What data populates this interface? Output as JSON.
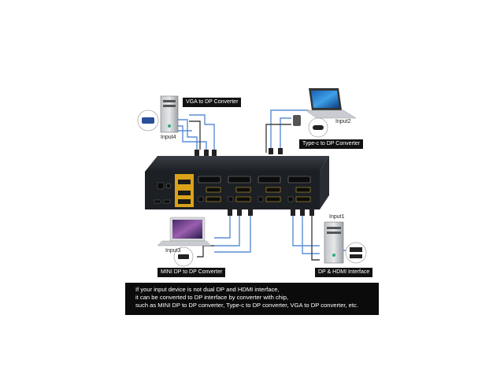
{
  "labels": {
    "vga": "VGA to DP Converter",
    "typec": "Type-c to DP Converter",
    "minidp": "MINI DP to DP Converter",
    "dphdmi": "DP & HDMI Interface"
  },
  "inputs": {
    "input1": "Input1",
    "input2": "Input2",
    "input3": "Input3",
    "input4": "Input4"
  },
  "note": {
    "line1": "If your input device is not dual DP and HDMI  interface,",
    "line2": "it can be converted to DP  interface by converter with chip,",
    "line3": "such as MINI DP to DP converter, Type-c to DP converter, VGA to DP converter, etc."
  },
  "colors": {
    "kvm_body": "#1c1f24",
    "kvm_panel": "#d9a21a",
    "cable_blue": "#5b8fd6",
    "label_bg": "#111111"
  }
}
